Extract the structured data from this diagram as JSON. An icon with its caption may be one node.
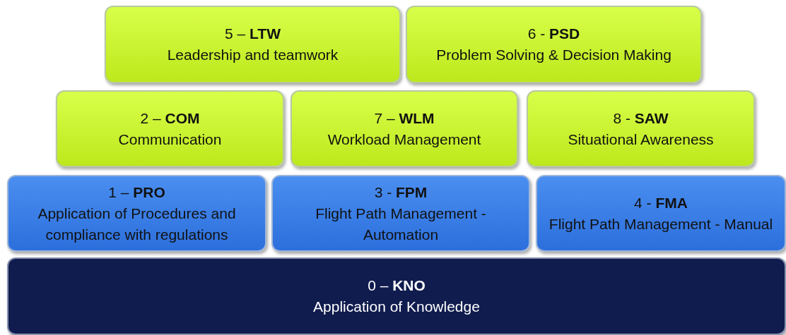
{
  "diagram": {
    "nodes": [
      {
        "text": [
          "5 – **LTW**",
          "Leadership and teamwork"
        ]
      },
      {
        "text": [
          "6 - **PSD**",
          "Problem Solving & Decision Making"
        ]
      },
      {
        "text": [
          "2 – **COM**",
          "Communication"
        ]
      },
      {
        "text": [
          "7 – **WLM**",
          "Workload Management"
        ]
      },
      {
        "text": [
          "8 - **SAW**",
          "Situational Awareness"
        ]
      },
      {
        "text": [
          "1 – **PRO**",
          "Application of Procedures and compliance with regulations"
        ]
      },
      {
        "text": [
          "3 - **FPM**",
          "Flight Path Management - Automation"
        ]
      },
      {
        "text": [
          "4 - **FMA**",
          "Flight Path Management - Manual"
        ]
      },
      {
        "text": [
          "0 – **KNO**",
          "Application of Knowledge"
        ]
      }
    ]
  }
}
